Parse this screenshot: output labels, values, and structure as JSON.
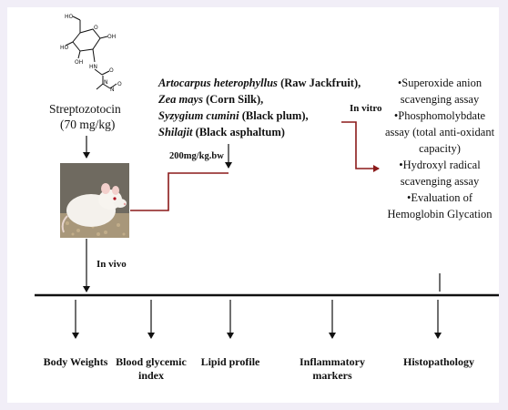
{
  "drug": {
    "name": "Streptozotocin",
    "dose": "(70 mg/kg)",
    "structure_labels": {
      "ho_top": "HO",
      "o_ring": "O",
      "oh_right": "OH",
      "ho_mid": "HO",
      "oh_bottom": "OH",
      "nh": "HN",
      "o_carbonyl": "O",
      "n_methyl": "N",
      "n_nitroso": "N",
      "o_nitroso": "O"
    }
  },
  "herbs": [
    {
      "latin": "Artocarpus heterophyllus",
      "common": " (Raw Jackfruit),"
    },
    {
      "latin": "Zea mays",
      "common": " (Corn Silk),"
    },
    {
      "latin": "Syzygium cumini",
      "common": " (Black plum),"
    },
    {
      "latin": "Shilajit",
      "common": " (Black asphaltum)"
    }
  ],
  "dose_label": "200mg/kg.bw",
  "in_vitro_label": "In vitro",
  "in_vivo_label": "In vivo",
  "assays": [
    "•Superoxide anion scavenging assay",
    "•Phosphomolybdate assay (total anti-oxidant capacity)",
    "•Hydroxyl radical scavenging assay",
    "•Evaluation of Hemoglobin Glycation"
  ],
  "outcomes": [
    "Body Weights",
    "Blood glycemic index",
    "Lipid profile",
    "Inflammatory markers",
    "Histopathology"
  ],
  "colors": {
    "arrow_red": "#8b1a1a",
    "line_black": "#111111",
    "background": "#f1eef7"
  },
  "icons": {
    "rat": "rat-photo-icon",
    "molecule": "streptozotocin-structure-icon"
  }
}
